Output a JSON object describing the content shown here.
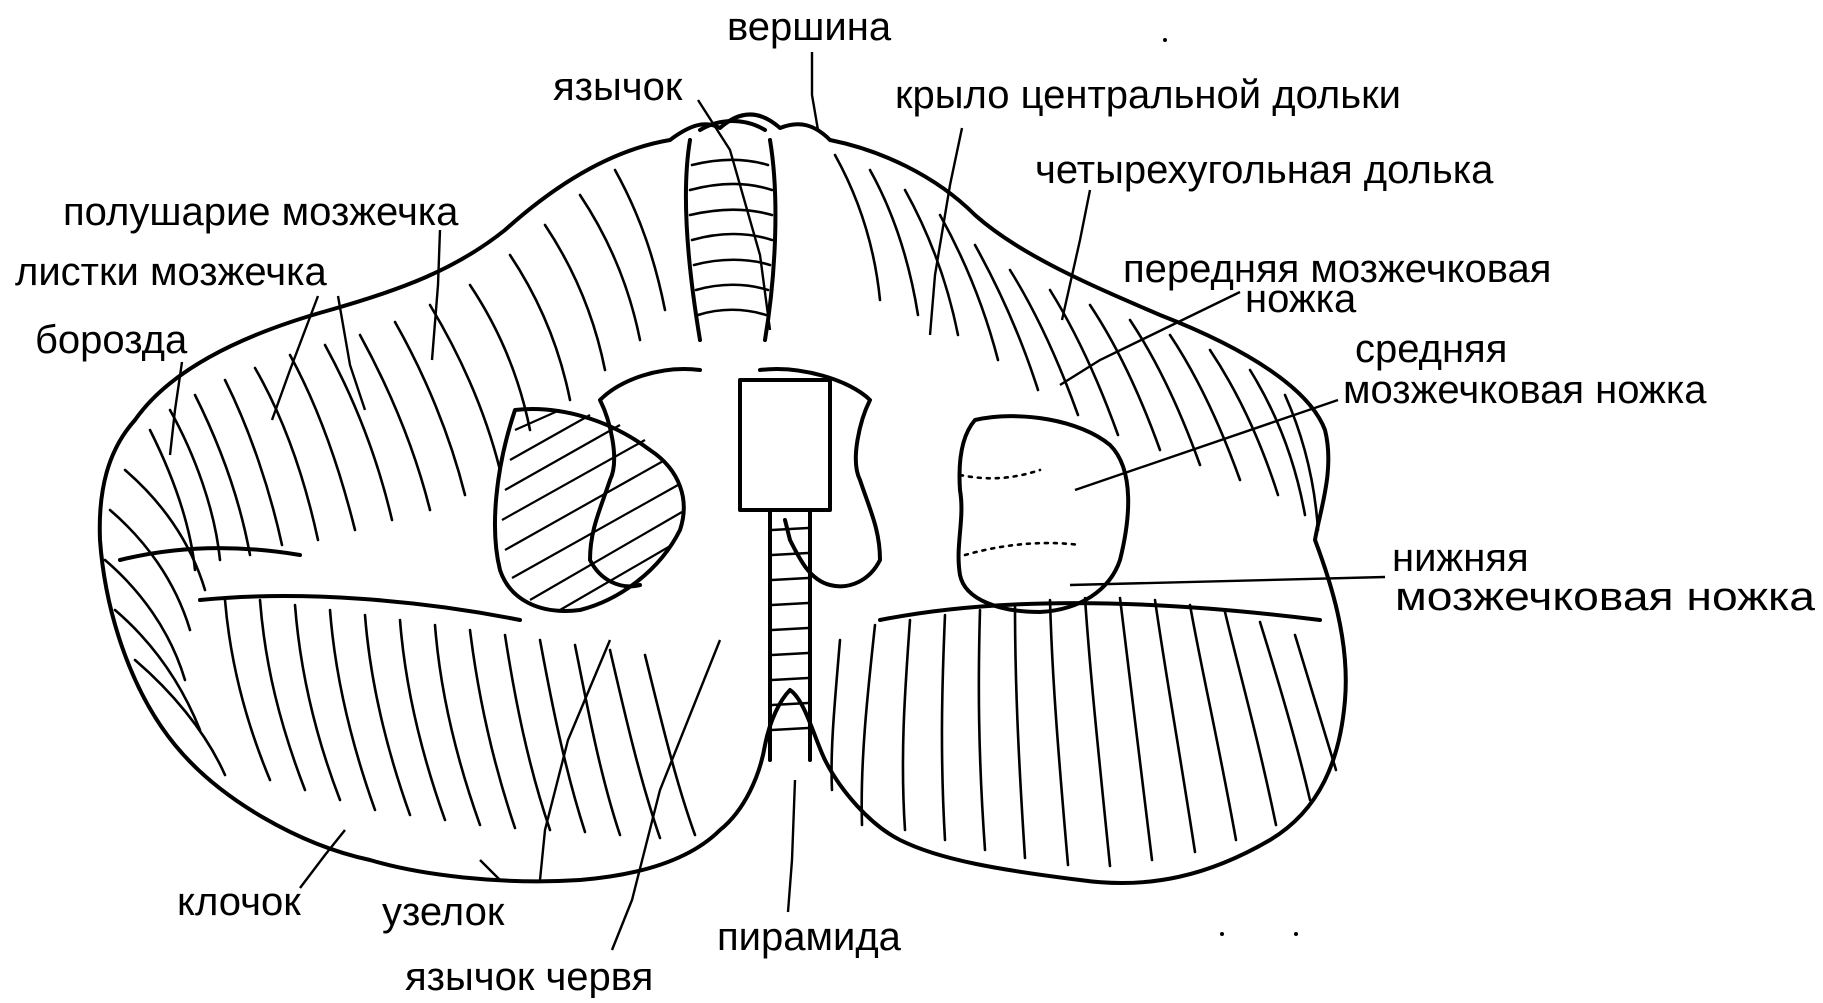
{
  "labels": {
    "vershina": "вершина",
    "yazychok": "язычок",
    "krylo": "крыло центральной дольки",
    "chetyrekhugolnaya": "четырехугольная долька",
    "polusharie": "полушарие мозжечка",
    "listki": "листки мозжечка",
    "borozda": "борозда",
    "perednyaya_1": "передняя мозжечковая",
    "perednyaya_2": "ножка",
    "srednyaya_1": "средняя",
    "srednyaya_2": "мозжечковая ножка",
    "nizhnyaya_1": "нижняя",
    "nizhnyaya_2": "мозжечковая ножка",
    "klochok": "клочок",
    "uzelok": "узелок",
    "piramida": "пирамида",
    "yazychok_chervya": "язычок червя"
  }
}
